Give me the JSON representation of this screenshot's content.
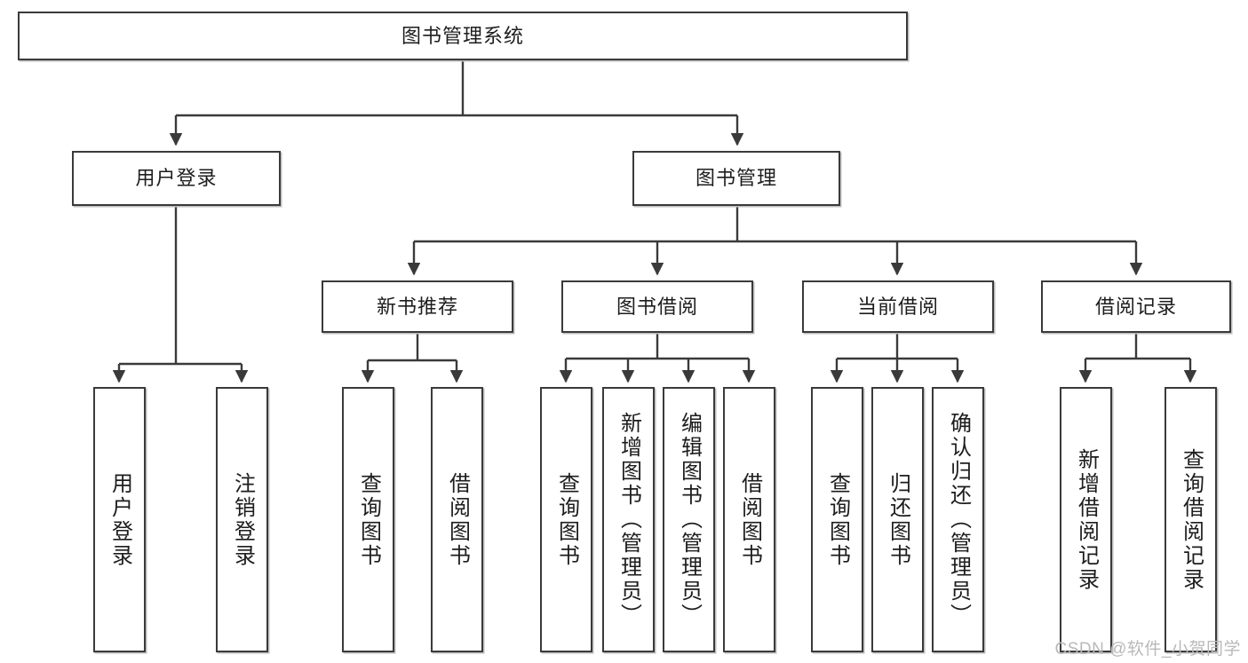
{
  "diagram": {
    "title": "图书管理系统",
    "watermark": "CSDN @软件_小贺同学",
    "line_color": "#3a3a3a",
    "box_fill": "#ffffff",
    "text_color": "#1d1d1d",
    "root": {
      "label": "图书管理系统"
    },
    "level2": [
      {
        "label": "用户登录"
      },
      {
        "label": "图书管理"
      }
    ],
    "level3": [
      {
        "label": "新书推荐"
      },
      {
        "label": "图书借阅"
      },
      {
        "label": "当前借阅"
      },
      {
        "label": "借阅记录"
      }
    ],
    "leaves": [
      {
        "label": "用户登录"
      },
      {
        "label": "注销登录"
      },
      {
        "label": "查询图书"
      },
      {
        "label": "借阅图书"
      },
      {
        "label": "查询图书"
      },
      {
        "label": "新增图书（管理员）"
      },
      {
        "label": "编辑图书（管理员）"
      },
      {
        "label": "借阅图书"
      },
      {
        "label": "查询图书"
      },
      {
        "label": "归还图书"
      },
      {
        "label": "确认归还（管理员）"
      },
      {
        "label": "新增借阅记录"
      },
      {
        "label": "查询借阅记录"
      }
    ],
    "tree": {
      "图书管理系统": [
        "用户登录",
        "图书管理"
      ],
      "用户登录": [
        "用户登录",
        "注销登录"
      ],
      "图书管理": [
        "新书推荐",
        "图书借阅",
        "当前借阅",
        "借阅记录"
      ],
      "新书推荐": [
        "查询图书",
        "借阅图书"
      ],
      "图书借阅": [
        "查询图书",
        "新增图书（管理员）",
        "编辑图书（管理员）",
        "借阅图书"
      ],
      "当前借阅": [
        "查询图书",
        "归还图书",
        "确认归还（管理员）"
      ],
      "借阅记录": [
        "新增借阅记录",
        "查询借阅记录"
      ]
    }
  }
}
